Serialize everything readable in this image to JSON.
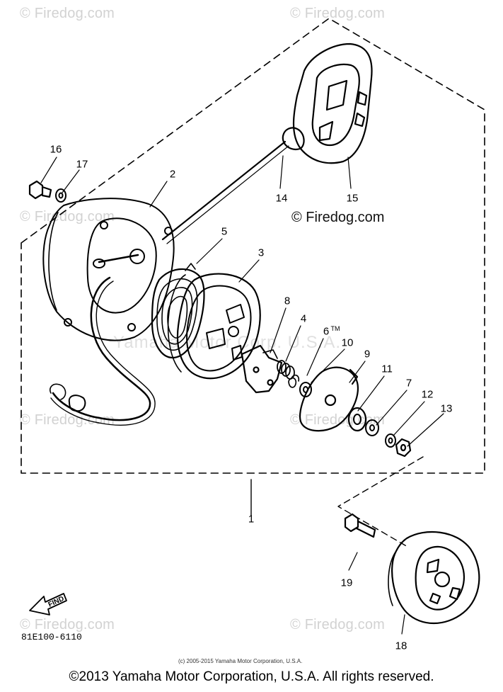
{
  "watermarks": {
    "top_left": "© Firedog.com",
    "top_right": "© Firedog.com",
    "mid_left": "© Firedog.com",
    "center_dark": "© Firedog.com",
    "lower_left": "© Firedog.com",
    "lower_right": "© Firedog.com",
    "bottom_left": "© Firedog.com",
    "bottom_right": "© Firedog.com",
    "center_faint": "Yamaha Motor Corp. U.S.A."
  },
  "callouts": [
    "1",
    "2",
    "3",
    "4",
    "5",
    "6",
    "7",
    "8",
    "9",
    "10",
    "11",
    "12",
    "13",
    "14",
    "15",
    "16",
    "17",
    "18",
    "19"
  ],
  "tm_mark": "TM",
  "find_badge": "FIND",
  "diagram_code": "81E100-6110",
  "small_copyright": "(c) 2005-2015 Yamaha Motor Corporation, U.S.A.",
  "footer_copyright": "©2013 Yamaha Motor Corporation, U.S.A. All rights reserved."
}
